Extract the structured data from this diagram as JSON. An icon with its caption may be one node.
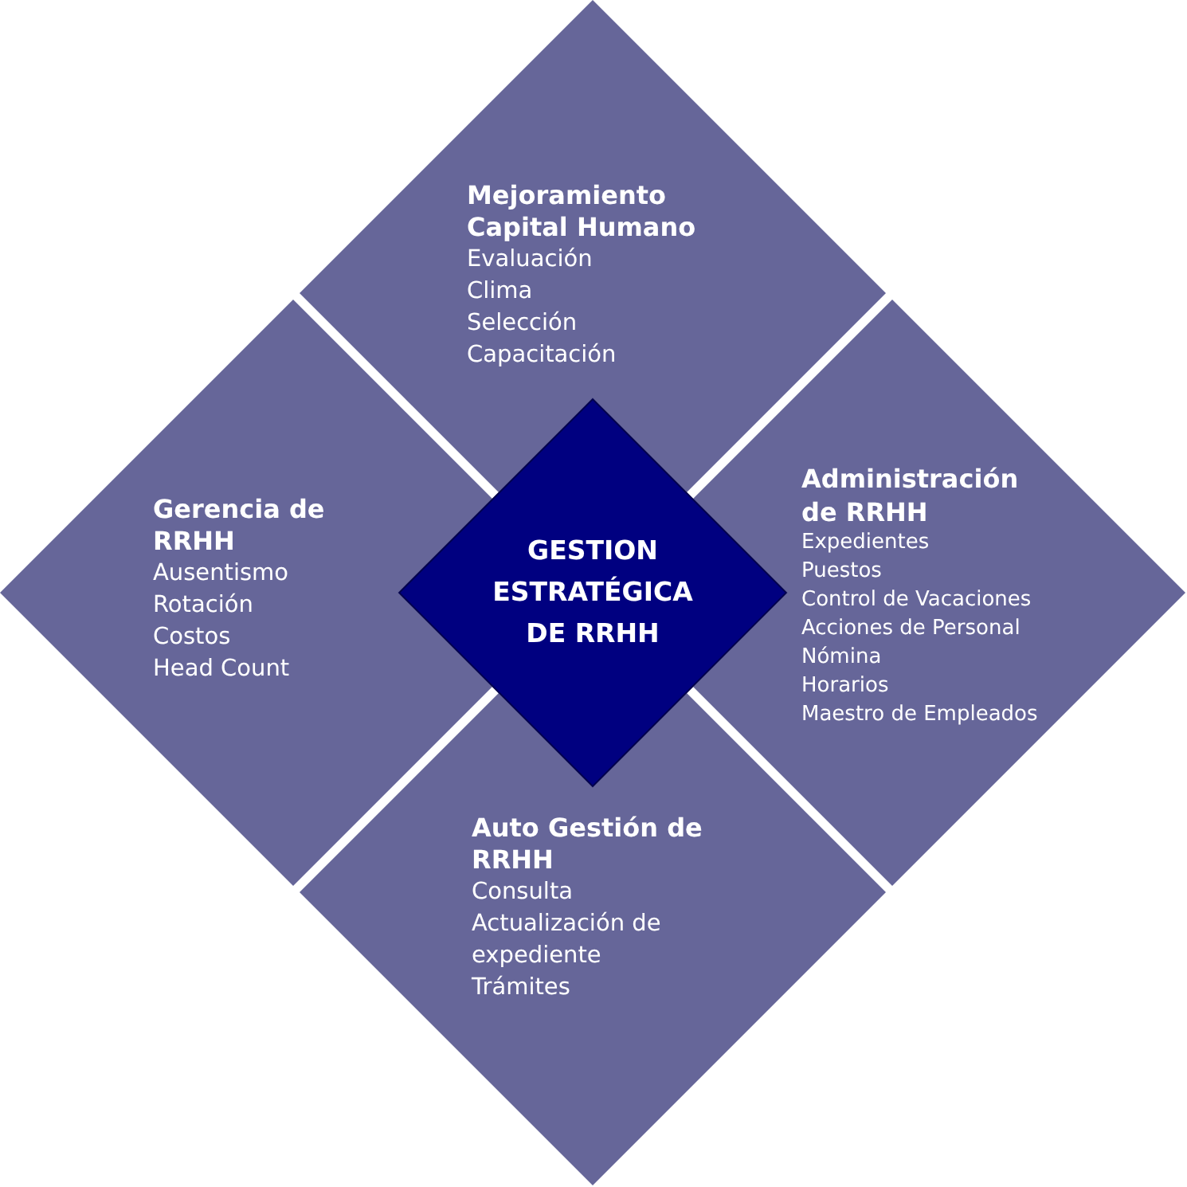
{
  "diagram": {
    "nodes": [
      {
        "text": [
          "Mejoramiento Capital Humano",
          "Evaluación",
          "Clima",
          "Selección",
          "Capacitación"
        ]
      },
      {
        "text": [
          "Gerencia de RRHH",
          "Ausentismo",
          "Rotación",
          "Costos",
          "Head Count"
        ]
      },
      {
        "text": [
          "GESTION ESTRATÉGICA DE RRHH"
        ]
      },
      {
        "text": [
          "Administración de RRHH",
          "Expedientes",
          "Puestos",
          "Control de Vacaciones",
          "Acciones de Personal",
          "Nómina",
          "Horarios",
          "Maestro de Empleados"
        ]
      },
      {
        "text": [
          "Auto Gestión de RRHH",
          "Consulta",
          "Actualización de expediente",
          "Trámites"
        ]
      }
    ]
  }
}
